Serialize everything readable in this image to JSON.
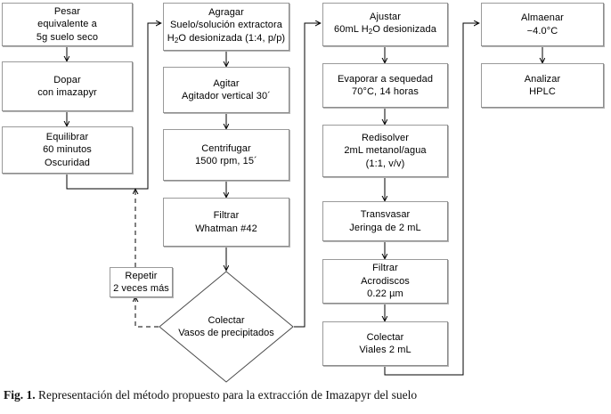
{
  "figure": {
    "label": "Fig. 1.",
    "caption": "Representación del método propuesto para la extracción de Imazapyr del suelo"
  },
  "diagram": {
    "type": "flowchart",
    "title": "Representación del método propuesto para la extracción de Imazapyr del suelo",
    "columns": [
      {
        "id": "col1",
        "nodes": [
          {
            "id": "pesar",
            "shape": "process",
            "lines": [
              "Pesar",
              "equivalente a",
              "5g suelo seco"
            ]
          },
          {
            "id": "dopar",
            "shape": "process",
            "lines": [
              "Dopar",
              "con imazapyr"
            ]
          },
          {
            "id": "equilibrar",
            "shape": "process",
            "lines": [
              "Equilibrar",
              "60 minutos",
              "Oscuridad"
            ]
          }
        ]
      },
      {
        "id": "col2",
        "nodes": [
          {
            "id": "agragar",
            "shape": "process",
            "lines": [
              "Agragar",
              "Suelo/solución extractora",
              "H2O desionizada (1:4, p/p)"
            ]
          },
          {
            "id": "agitar",
            "shape": "process",
            "lines": [
              "Agitar",
              "Agitador vertical 30´"
            ]
          },
          {
            "id": "centrifugar",
            "shape": "process",
            "lines": [
              "Centrifugar",
              "1500 rpm, 15´"
            ]
          },
          {
            "id": "filtrar1",
            "shape": "process",
            "lines": [
              "Filtrar",
              "Whatman #42"
            ]
          },
          {
            "id": "colectar1",
            "shape": "decision",
            "lines": [
              "Colectar",
              "Vasos de precipitados"
            ]
          }
        ]
      },
      {
        "id": "col3",
        "nodes": [
          {
            "id": "ajustar",
            "shape": "process",
            "lines": [
              "Ajustar",
              "60mL H2O desionizada"
            ]
          },
          {
            "id": "evaporar",
            "shape": "process",
            "lines": [
              "Evaporar a sequedad",
              "70°C, 14 horas"
            ]
          },
          {
            "id": "redisolver",
            "shape": "process",
            "lines": [
              "Redisolver",
              "2mL metanol/agua",
              "(1:1, v/v)"
            ]
          },
          {
            "id": "transvasar",
            "shape": "process",
            "lines": [
              "Transvasar",
              "Jeringa de  2 mL"
            ]
          },
          {
            "id": "filtrar2",
            "shape": "process",
            "lines": [
              "Filtrar",
              "Acrodiscos",
              "0.22 µm"
            ]
          },
          {
            "id": "colectar2",
            "shape": "process",
            "lines": [
              "Colectar",
              "Viales 2 mL"
            ]
          }
        ]
      },
      {
        "id": "col4",
        "nodes": [
          {
            "id": "almacenar",
            "shape": "process",
            "lines": [
              "Almaenar",
              "−4.0°C"
            ]
          },
          {
            "id": "analizar",
            "shape": "process",
            "lines": [
              "Analizar",
              "HPLC"
            ]
          }
        ]
      }
    ],
    "loop_node": {
      "id": "repetir",
      "shape": "process",
      "lines": [
        "Repetir",
        "2 veces más"
      ]
    },
    "colors": {
      "box_fill": "#ffffff",
      "box_border": "#8d8d8d",
      "box_shadow": "#b4b4b4",
      "wire": "#000000",
      "text": "#000000",
      "page_background": "#ffffff"
    }
  }
}
